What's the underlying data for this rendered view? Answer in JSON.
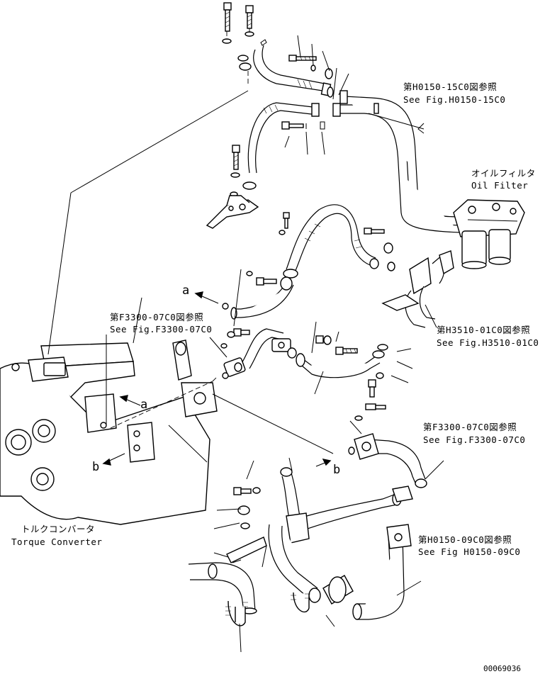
{
  "refs": {
    "h0150_15c0_jp": "第H0150-15C0図参照",
    "h0150_15c0_en": "See Fig.H0150-15C0",
    "oil_filter_jp": "オイルフィルタ",
    "oil_filter_en": "Oil Filter",
    "f3300_upper_jp": "第F3300-07C0図参照",
    "f3300_upper_en": "See Fig.F3300-07C0",
    "h3510_jp": "第H3510-01C0図参照",
    "h3510_en": "See Fig.H3510-01C0",
    "f3300_lower_jp": "第F3300-07C0図参照",
    "f3300_lower_en": "See Fig.F3300-07C0",
    "torque_jp": "トルクコンバータ",
    "torque_en": "Torque Converter",
    "h0150_09c0_jp": "第H0150-09C0図参照",
    "h0150_09c0_en": "See Fig H0150-09C0"
  },
  "markers": {
    "a1": "a",
    "a2": "a",
    "b1": "b",
    "b2": "b"
  },
  "drawing_number": "00069036"
}
